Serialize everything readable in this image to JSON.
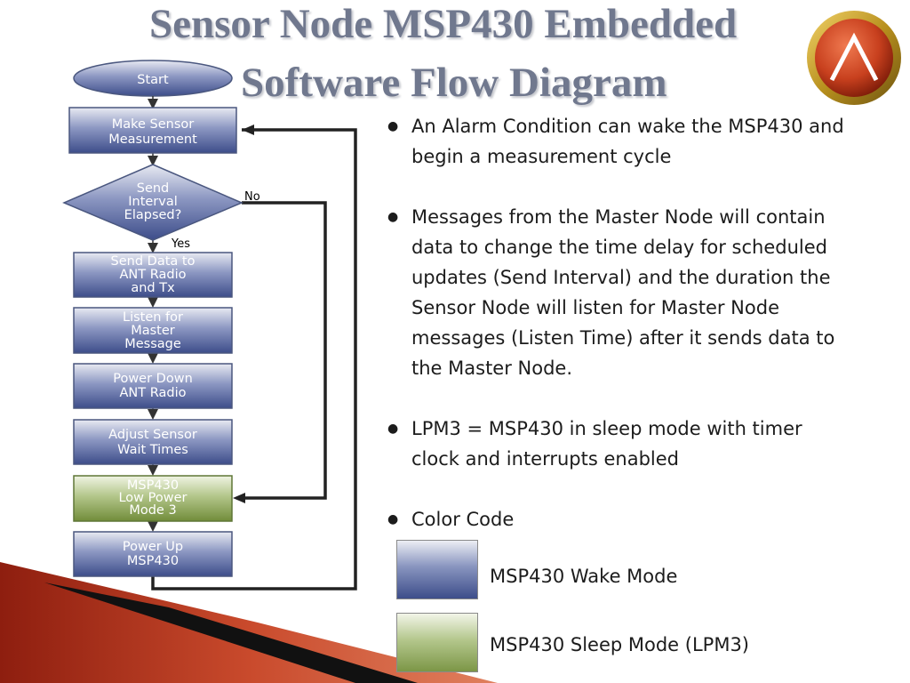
{
  "title": {
    "line1": "Sensor Node MSP430 Embedded",
    "line2": "Software Flow Diagram"
  },
  "logo": {
    "icon": "lambda-logo-icon",
    "glyph": "Λ",
    "color_ring": "#c9a227",
    "color_fill": "#c8401e"
  },
  "flowchart": {
    "start": "Start",
    "steps": [
      {
        "id": "measure",
        "lines": [
          "Make Sensor",
          "Measurement"
        ],
        "mode": "wake"
      },
      {
        "id": "decision",
        "lines": [
          "Send",
          "Interval",
          "Elapsed?"
        ],
        "mode": "wake",
        "shape": "diamond"
      },
      {
        "id": "send",
        "lines": [
          "Send Data to",
          "ANT Radio",
          "and Tx"
        ],
        "mode": "wake"
      },
      {
        "id": "listen",
        "lines": [
          "Listen for",
          "Master",
          "Message"
        ],
        "mode": "wake"
      },
      {
        "id": "powerdown",
        "lines": [
          "Power Down",
          "ANT Radio"
        ],
        "mode": "wake"
      },
      {
        "id": "adjust",
        "lines": [
          "Adjust Sensor",
          "Wait Times"
        ],
        "mode": "wake"
      },
      {
        "id": "lpm3",
        "lines": [
          "MSP430",
          "Low Power",
          "Mode 3"
        ],
        "mode": "sleep"
      },
      {
        "id": "powerup",
        "lines": [
          "Power Up",
          "MSP430"
        ],
        "mode": "wake"
      }
    ],
    "no_label": "No",
    "yes_label": "Yes"
  },
  "bullets": [
    "An Alarm Condition can wake the MSP430 and begin a measurement cycle",
    "Messages from the Master Node will contain data to change the time delay for scheduled updates (Send Interval) and the duration the Sensor Node will listen for Master Node messages (Listen Time) after it sends data to the Master Node.",
    "LPM3 = MSP430 in sleep mode with timer clock and interrupts enabled",
    "Color Code"
  ],
  "legend": [
    {
      "label": "MSP430 Wake Mode",
      "color": "#5c6ea8"
    },
    {
      "label": "MSP430 Sleep Mode (LPM3)",
      "color": "#8faa58"
    }
  ],
  "colors": {
    "wake_top": "#e3e6f0",
    "wake_bottom": "#3f4f8c",
    "sleep_top": "#eef2e2",
    "sleep_bottom": "#7a9640",
    "title": "#70788e"
  }
}
